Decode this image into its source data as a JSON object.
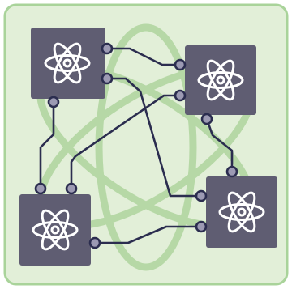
{
  "icon": "quantum-network-icon",
  "colors": {
    "panel_fill": "#e2efd8",
    "panel_stroke": "#a9d39a",
    "orbit": "#b6d8a6",
    "node_fill": "#5f5d72",
    "atom_stroke": "#ffffff",
    "wire": "#2b2d4f",
    "port_fill": "#9c9ab3",
    "port_stroke": "#2b2d4f"
  },
  "nodes": [
    {
      "name": "node-top-left",
      "icon": "atom-icon"
    },
    {
      "name": "node-top-right",
      "icon": "atom-icon"
    },
    {
      "name": "node-bottom-left",
      "icon": "atom-icon"
    },
    {
      "name": "node-bottom-right",
      "icon": "atom-icon"
    }
  ],
  "connections": [
    {
      "name": "wire-tl-to-tr-upper",
      "from": "node-top-left",
      "to": "node-top-right"
    },
    {
      "name": "wire-tl-to-br",
      "from": "node-top-left",
      "to": "node-bottom-right"
    },
    {
      "name": "wire-tl-to-bl",
      "from": "node-top-left",
      "to": "node-bottom-left"
    },
    {
      "name": "wire-tr-to-bl",
      "from": "node-top-right",
      "to": "node-bottom-left"
    },
    {
      "name": "wire-tr-to-br",
      "from": "node-top-right",
      "to": "node-bottom-right"
    },
    {
      "name": "wire-bl-to-br",
      "from": "node-bottom-left",
      "to": "node-bottom-right"
    }
  ]
}
